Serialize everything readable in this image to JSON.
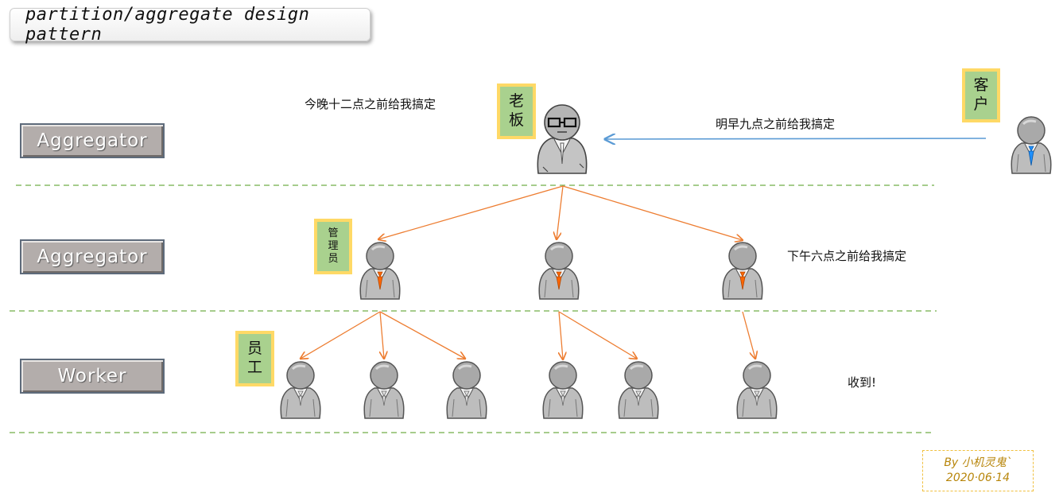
{
  "title": "partition/aggregate design pattern",
  "layers": {
    "top": "Aggregator",
    "middle": "Aggregator",
    "bottom": "Worker"
  },
  "tags": {
    "client": [
      "客",
      "户"
    ],
    "boss": [
      "老",
      "板"
    ],
    "manager": [
      "管",
      "理",
      "员"
    ],
    "staff": [
      "员",
      "工"
    ]
  },
  "notes": {
    "boss_deadline": "今晚十二点之前给我搞定",
    "client_deadline": "明早九点之前给我搞定",
    "manager_deadline": "下午六点之前给我搞定",
    "worker_ack": "收到!"
  },
  "signature": {
    "author": "By 小机灵鬼`",
    "date": "2020·06·14"
  },
  "colors": {
    "tag_fill": "#a9d18e",
    "tag_border": "#ffd966",
    "arrow_orange": "#ed7d31",
    "arrow_blue": "#5b9bd5",
    "divider_green": "#70ad47",
    "manager_tie": "#ff6600",
    "client_tie": "#1e90ff"
  }
}
